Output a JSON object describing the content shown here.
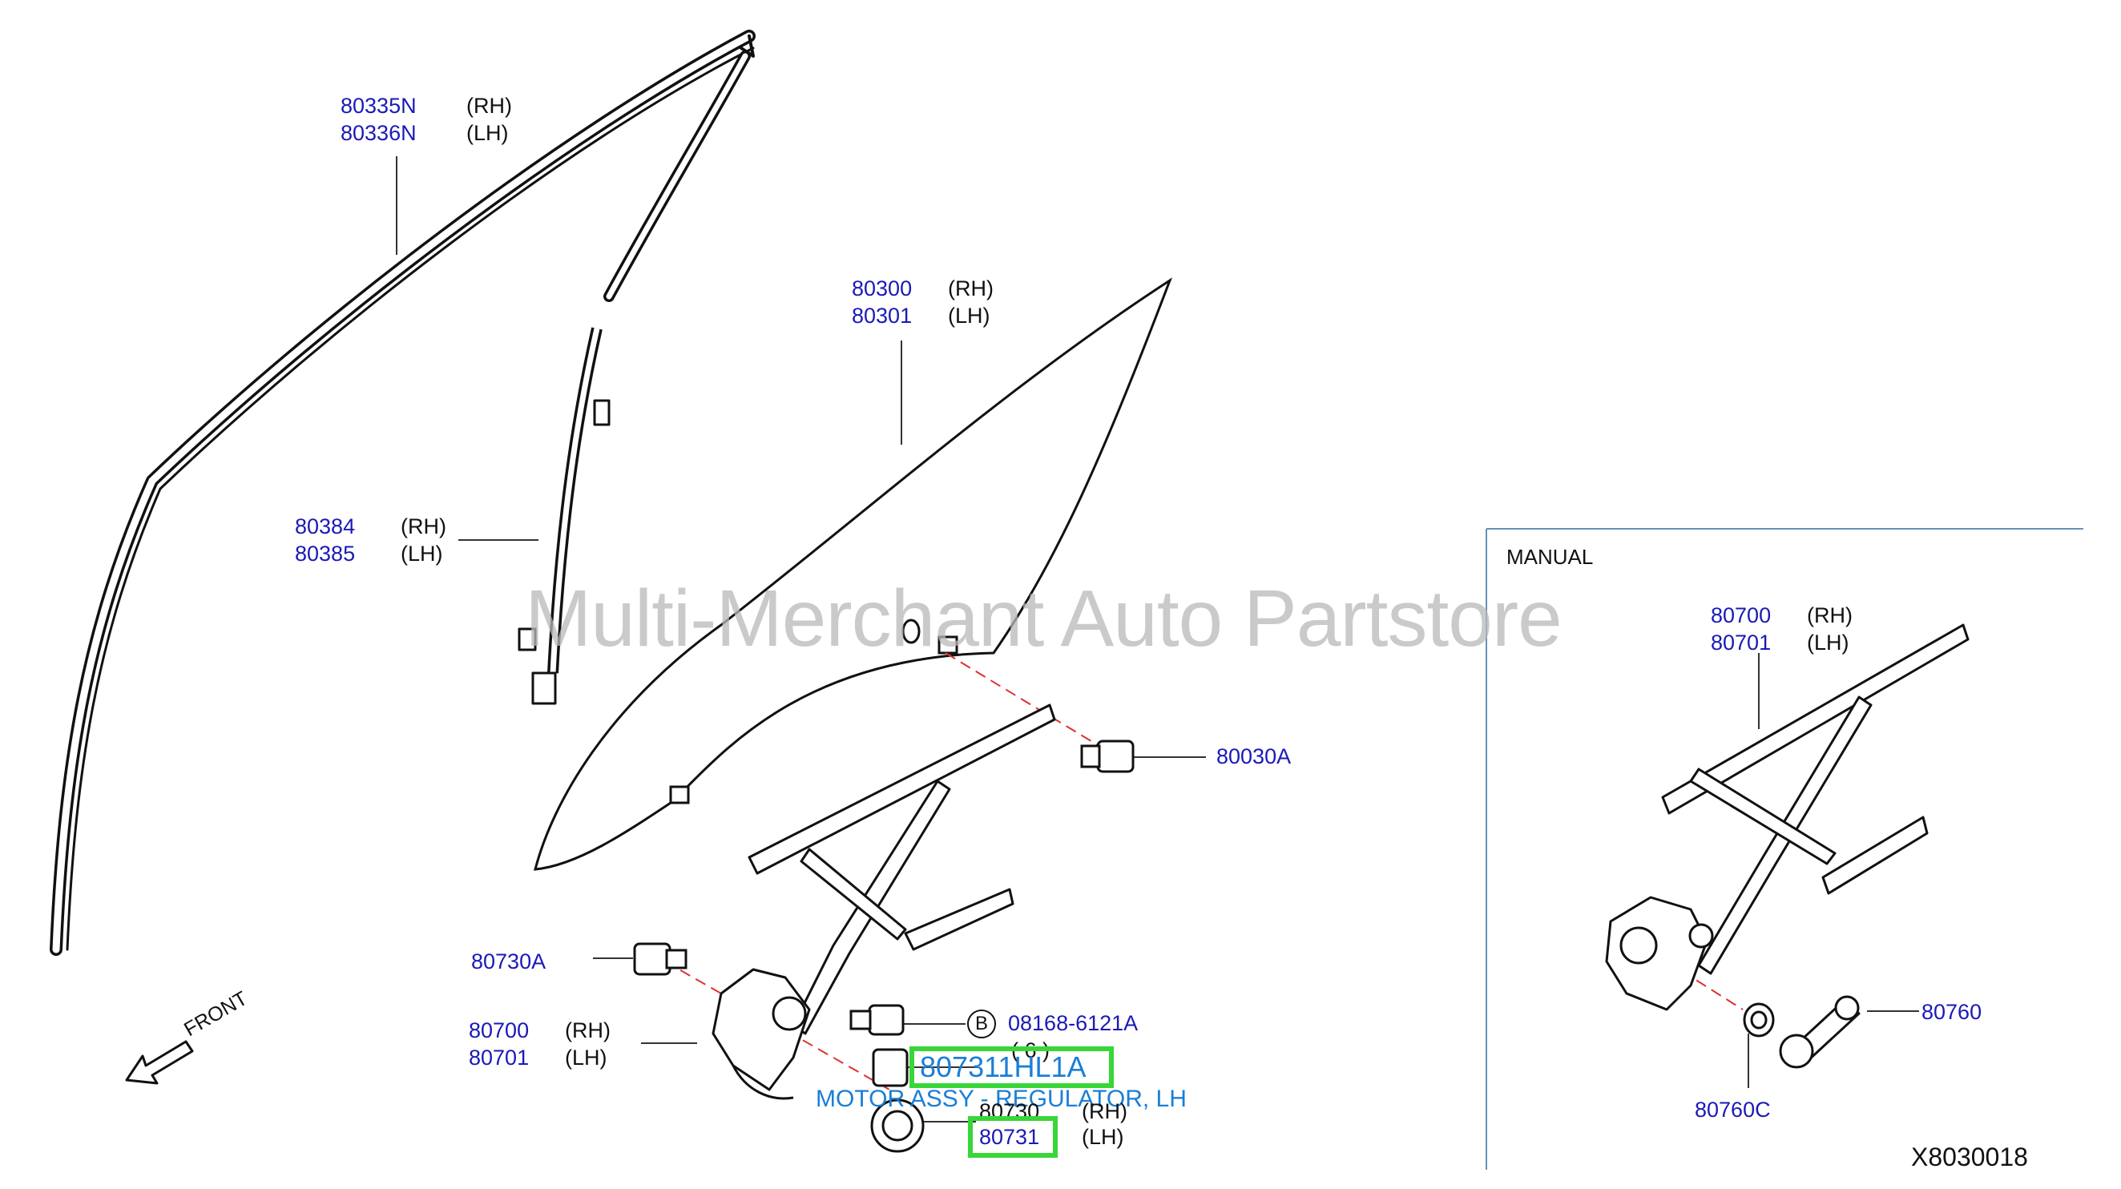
{
  "labels": {
    "upper_sash": {
      "rh": "80335N",
      "lh": "80336N"
    },
    "glass": {
      "rh": "80300",
      "lh": "80301"
    },
    "rear_channel": {
      "rh": "80384",
      "lh": "80385"
    },
    "glass_bolt": "80030A",
    "regulator_bolt": "80730A",
    "regulator_power": {
      "rh": "80700",
      "lh": "80701"
    },
    "motor_bolt": {
      "callout": "B",
      "part": "08168-6121A",
      "qty": "( 6 )"
    },
    "motor": {
      "rh": "80730",
      "lh": "80731"
    },
    "highlight_part": "807311HL1A",
    "highlight_desc": "MOTOR ASSY - REGULATOR, LH",
    "side_rh": "(RH)",
    "side_lh": "(LH)",
    "front": "FRONT"
  },
  "manual_section": {
    "title": "MANUAL",
    "regulator": {
      "rh": "80700",
      "lh": "80701"
    },
    "handle": "80760",
    "handle_washer": "80760C"
  },
  "diagram_code": "X8030018",
  "watermark": "Multi-Merchant Auto Partstore",
  "colors": {
    "part_number": "#1a1ab8",
    "highlight_border": "#39d639",
    "highlight_text": "#1a7fd6",
    "dashed_leader": "#e03030"
  }
}
